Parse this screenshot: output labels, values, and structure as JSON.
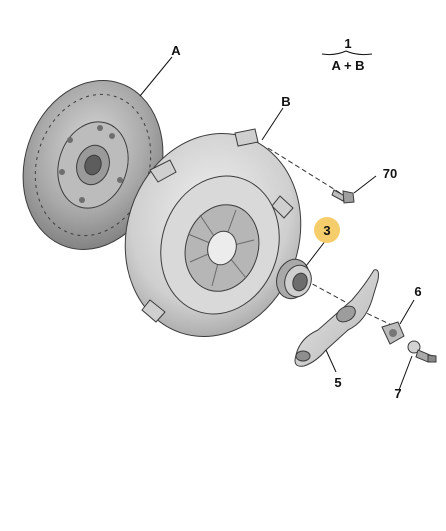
{
  "legend": {
    "index": "1",
    "parts": "A + B"
  },
  "callouts": [
    {
      "id": "A",
      "label": "A"
    },
    {
      "id": "B",
      "label": "B"
    },
    {
      "id": "70",
      "label": "70"
    },
    {
      "id": "3",
      "label": "3",
      "highlight": "#f5cd6a"
    },
    {
      "id": "6",
      "label": "6"
    },
    {
      "id": "5",
      "label": "5"
    },
    {
      "id": "7",
      "label": "7"
    }
  ],
  "colors": {
    "part_fill_light": "#e4e4e4",
    "part_fill_mid": "#c7c7c7",
    "part_fill_dark": "#8d8d8d",
    "outline": "#3c3c3c",
    "highlight": "#f5cd6a"
  }
}
